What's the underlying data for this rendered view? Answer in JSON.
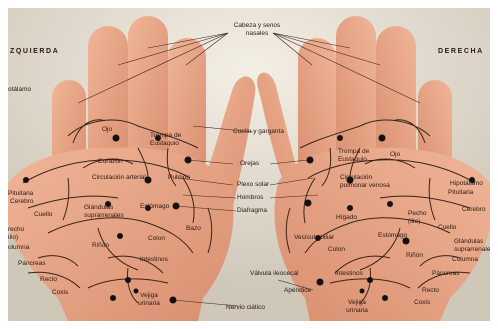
{
  "titles": {
    "left": "ZQUIERDA",
    "right": "DERECHA"
  },
  "labels": {
    "top": "Cabeza y senos nasales",
    "ojo_left": "Ojo",
    "trompa_left": "Trompa de Eustaquio",
    "corazon": "Corazón",
    "circulacion_arterial": "Circulación arterial",
    "pulmon_left": "Pulmón",
    "cuello_garganta": "Cuello y garganta",
    "orejas": "Orejas",
    "plexo_solar": "Plexo solar",
    "hombros": "Hombros",
    "diafragma": "Diafragma",
    "talamo_left": "otálamo",
    "pituitaria_left": "Pituitaria",
    "cerebro_left": "Cerebro",
    "cuello_left": "Cuello",
    "glandulas_left": "Glándulas suprarrenales",
    "estomago_left": "Estómago",
    "recho_left": "recho",
    "ilio_left": "ilio)",
    "columna_left": "olumna",
    "rinon_left": "Riñón",
    "colon_left": "Colon",
    "bazo": "Bazo",
    "pancreas_left": "Páncreas",
    "intestinos_left": "Intestinos",
    "recto_left": "Recto",
    "coxis_left": "Coxis",
    "vejiga_left": "Vejiga urinaria",
    "nervio_ciatico": "Nervio ciático",
    "trompa_right": "Trompa de Eustaquio",
    "ojo_right": "Ojo",
    "circulacion_venosa": "Circulación pulmonar venosa",
    "higado": "Hígado",
    "pecho_right": "Pecho (ilio)",
    "vesicula": "Vesícula biliar",
    "colon_right": "Colon",
    "estomago_right": "Estómago",
    "rinon_right": "Riñón",
    "valvula": "Válvula ileocecal",
    "apendice": "Apéndice",
    "intestinos_right": "Intestinos",
    "vejiga_right": "Vejiga urinaria",
    "hipotalamo": "Hipotálamo",
    "pituitaria_right": "Pituitaria",
    "cerebro_right": "Cerebro",
    "cuello_right": "Cuello",
    "glandulas_right": "Glándulas suprarrenales",
    "columna_right": "Columna",
    "pancreas_right": "Páncreas",
    "recto_right": "Recto",
    "coxis_right": "Coxis"
  },
  "colors": {
    "skin": "#e8a98c",
    "skin_shadow": "#cf8a6d",
    "line": "#3a2418",
    "dot": "#111111"
  }
}
